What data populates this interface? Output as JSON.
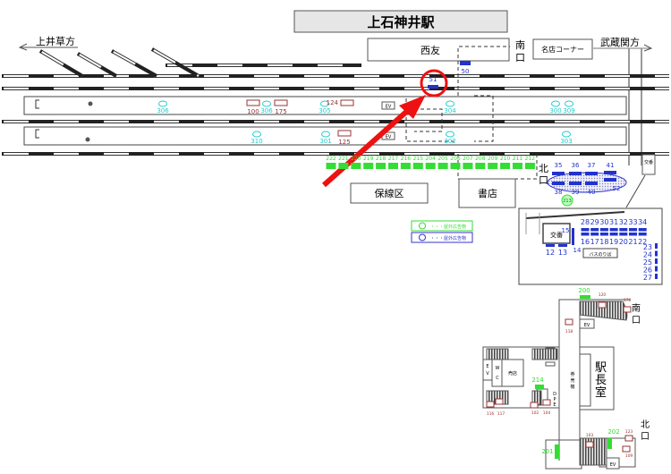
{
  "title": "上石神井駅",
  "directions": {
    "west": "上井草方",
    "east": "武蔵関方"
  },
  "facilities": {
    "seiyu": "西友",
    "south_exit": [
      "南",
      "口"
    ],
    "north_exit": [
      "北",
      "口"
    ],
    "meiten": "名店コーナー",
    "hosenku": "保線区",
    "shoten": "書店",
    "koban": "交番",
    "bus_stop": "バスのりば",
    "ev": "EV",
    "station_master": [
      "駅",
      "長",
      "室"
    ],
    "ticket_machine": [
      "券",
      "売",
      "機"
    ],
    "kiosk": "売店",
    "wc": [
      "W",
      "C"
    ],
    "dpe": [
      "D",
      "P",
      "E"
    ],
    "ev_v": [
      "E",
      "V"
    ]
  },
  "legend": [
    {
      "text": "・・・屋外広告物",
      "color": "#33dd33"
    },
    {
      "text": "・・・屋外広告物",
      "color": "#3333cc"
    }
  ],
  "platform_ads_cyan": [
    "306",
    "306",
    "305",
    "304",
    "300",
    "309",
    "310",
    "301",
    "302",
    "303"
  ],
  "platform_ads_red": [
    "100",
    "175",
    "124",
    "125"
  ],
  "green_row": [
    "222",
    "221",
    "220",
    "219",
    "218",
    "217",
    "216",
    "215",
    "204",
    "205",
    "206",
    "207",
    "208",
    "209",
    "210",
    "211",
    "212"
  ],
  "blue_top": [
    "50",
    "51"
  ],
  "blue_north": [
    "35",
    "36",
    "37",
    "41",
    "38",
    "39",
    "40",
    "52"
  ],
  "green_circle": "213",
  "inset_top": [
    "28",
    "29",
    "30",
    "31",
    "32",
    "33",
    "34"
  ],
  "inset_bottom": [
    "16",
    "17",
    "18",
    "19",
    "20",
    "21",
    "22"
  ],
  "inset_side": [
    "23",
    "24",
    "25",
    "26",
    "27"
  ],
  "inset_misc": [
    "15",
    "14",
    "12",
    "13"
  ],
  "concourse_green": [
    "200",
    "214",
    "202",
    "201"
  ],
  "concourse_red": [
    "120",
    "176",
    "118",
    "116",
    "117",
    "102",
    "104",
    "103",
    "123",
    "109"
  ],
  "colors": {
    "highlight": "#ee1111",
    "cyan": "#22cccc",
    "blue": "#2233cc",
    "green": "#33dd33",
    "red": "#993333"
  }
}
